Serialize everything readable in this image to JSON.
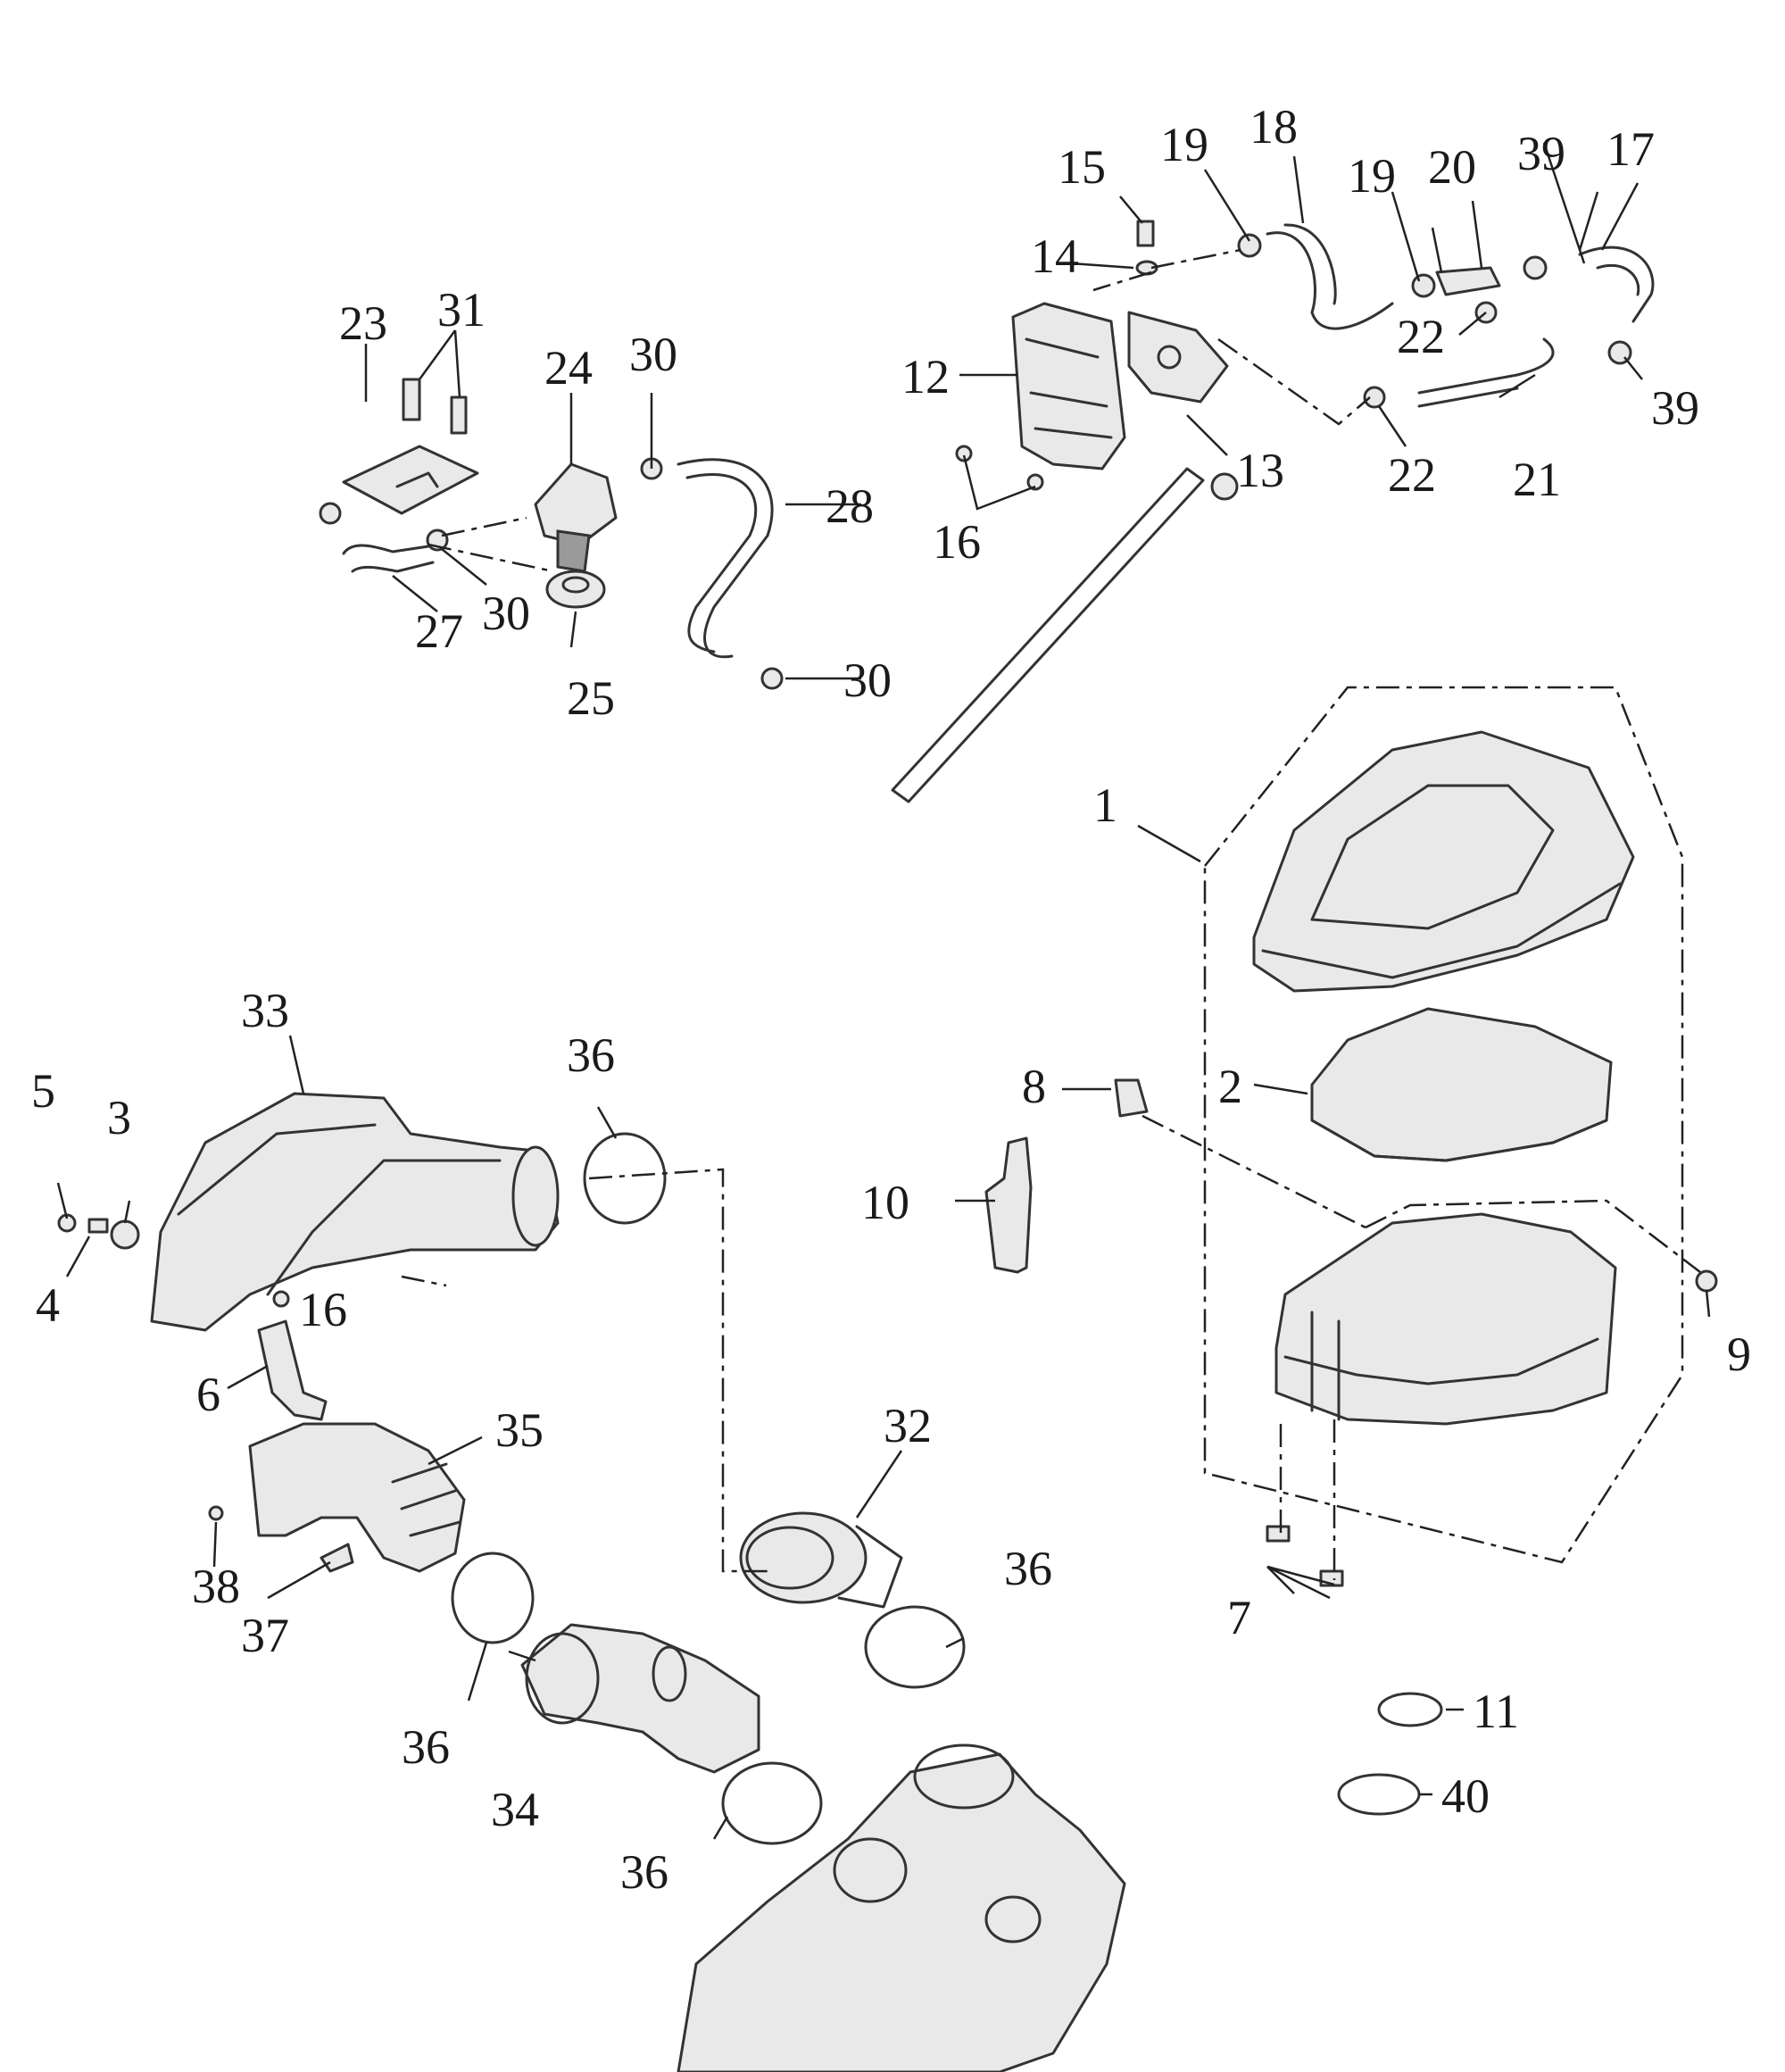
{
  "callouts": [
    {
      "id": "c1",
      "text": "1"
    },
    {
      "id": "c2",
      "text": "2"
    },
    {
      "id": "c3",
      "text": "3"
    },
    {
      "id": "c4",
      "text": "4"
    },
    {
      "id": "c5",
      "text": "5"
    },
    {
      "id": "c6",
      "text": "6"
    },
    {
      "id": "c7",
      "text": "7"
    },
    {
      "id": "c8",
      "text": "8"
    },
    {
      "id": "c9",
      "text": "9"
    },
    {
      "id": "c10",
      "text": "10"
    },
    {
      "id": "c11",
      "text": "11"
    },
    {
      "id": "c12",
      "text": "12"
    },
    {
      "id": "c13",
      "text": "13"
    },
    {
      "id": "c14",
      "text": "14"
    },
    {
      "id": "c15",
      "text": "15"
    },
    {
      "id": "c16a",
      "text": "16"
    },
    {
      "id": "c16b",
      "text": "16"
    },
    {
      "id": "c17",
      "text": "17"
    },
    {
      "id": "c18",
      "text": "18"
    },
    {
      "id": "c19a",
      "text": "19"
    },
    {
      "id": "c19b",
      "text": "19"
    },
    {
      "id": "c20",
      "text": "20"
    },
    {
      "id": "c21",
      "text": "21"
    },
    {
      "id": "c22a",
      "text": "22"
    },
    {
      "id": "c22b",
      "text": "22"
    },
    {
      "id": "c23",
      "text": "23"
    },
    {
      "id": "c24",
      "text": "24"
    },
    {
      "id": "c25",
      "text": "25"
    },
    {
      "id": "c27",
      "text": "27"
    },
    {
      "id": "c28",
      "text": "28"
    },
    {
      "id": "c30a",
      "text": "30"
    },
    {
      "id": "c30b",
      "text": "30"
    },
    {
      "id": "c30c",
      "text": "30"
    },
    {
      "id": "c31",
      "text": "31"
    },
    {
      "id": "c32",
      "text": "32"
    },
    {
      "id": "c33",
      "text": "33"
    },
    {
      "id": "c34",
      "text": "34"
    },
    {
      "id": "c35",
      "text": "35"
    },
    {
      "id": "c36a",
      "text": "36"
    },
    {
      "id": "c36b",
      "text": "36"
    },
    {
      "id": "c36c",
      "text": "36"
    },
    {
      "id": "c36d",
      "text": "36"
    },
    {
      "id": "c37",
      "text": "37"
    },
    {
      "id": "c38",
      "text": "38"
    },
    {
      "id": "c39a",
      "text": "39"
    },
    {
      "id": "c39b",
      "text": "39"
    },
    {
      "id": "c40",
      "text": "40"
    }
  ]
}
